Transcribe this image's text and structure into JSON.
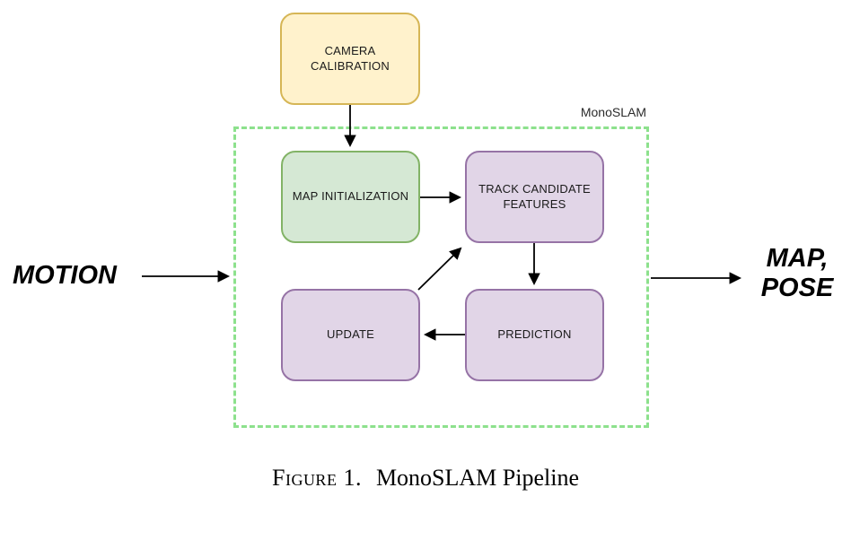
{
  "diagram": {
    "container_label": "MonoSLAM",
    "nodes": {
      "camera_calibration": {
        "label": "CAMERA\nCALIBRATION"
      },
      "map_initialization": {
        "label": "MAP INITIALIZATION"
      },
      "track_candidate_features": {
        "label": "TRACK CANDIDATE\nFEATURES"
      },
      "update": {
        "label": "UPDATE"
      },
      "prediction": {
        "label": "PREDICTION"
      }
    },
    "input_label": "MOTION",
    "output_label": "MAP,\nPOSE",
    "edges": [
      {
        "from": "camera_calibration",
        "to": "map_initialization"
      },
      {
        "from": "map_initialization",
        "to": "track_candidate_features"
      },
      {
        "from": "track_candidate_features",
        "to": "prediction"
      },
      {
        "from": "prediction",
        "to": "update"
      },
      {
        "from": "update",
        "to": "track_candidate_features"
      },
      {
        "from": "motion",
        "to": "monoslam"
      },
      {
        "from": "monoslam",
        "to": "map_pose"
      }
    ],
    "colors": {
      "camera_calibration_fill": "#FFF2CC",
      "camera_calibration_border": "#D6B656",
      "map_initialization_fill": "#D5E8D4",
      "map_initialization_border": "#82B366",
      "purple_fill": "#E1D5E7",
      "purple_border": "#9673A6",
      "container_dash": "#8DE18D",
      "arrow": "#000000"
    }
  },
  "caption": {
    "figure_label": "Figure 1.",
    "title": "MonoSLAM Pipeline"
  }
}
